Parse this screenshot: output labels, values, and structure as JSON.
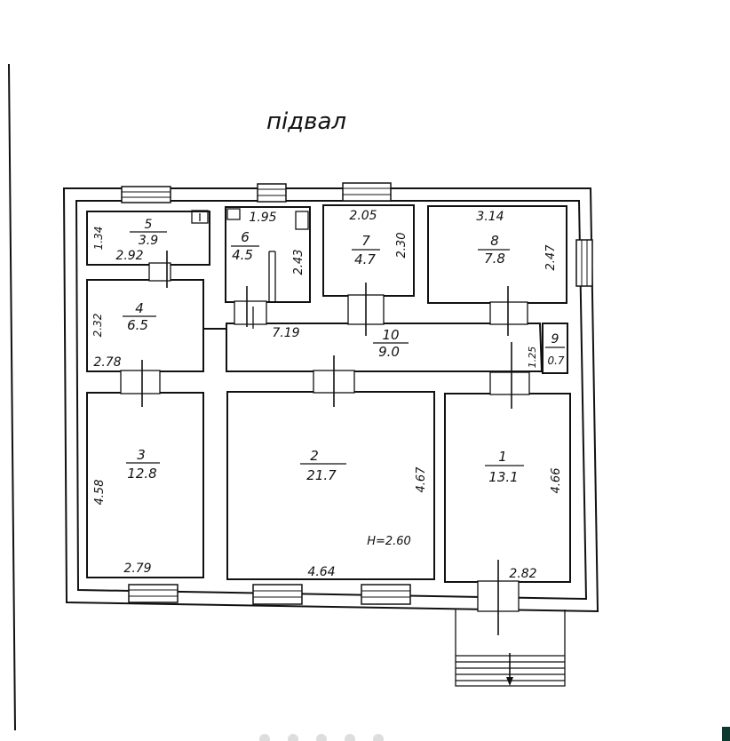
{
  "title": "підвал",
  "height_note": "H=2.60",
  "rooms": [
    {
      "id": "1",
      "num": "1",
      "area": "13.1",
      "dims": [
        "4.66",
        "2.82"
      ]
    },
    {
      "id": "2",
      "num": "2",
      "area": "21.7",
      "dims": [
        "4.67",
        "4.64"
      ]
    },
    {
      "id": "3",
      "num": "3",
      "area": "12.8",
      "dims": [
        "4.58",
        "2.79"
      ]
    },
    {
      "id": "4",
      "num": "4",
      "area": "6.5",
      "dims": [
        "2.32",
        "2.78"
      ]
    },
    {
      "id": "5",
      "num": "5",
      "area": "3.9",
      "dims": [
        "1.34",
        "2.92"
      ]
    },
    {
      "id": "6",
      "num": "6",
      "area": "4.5",
      "dims": [
        "1.95",
        "2.43"
      ]
    },
    {
      "id": "7",
      "num": "7",
      "area": "4.7",
      "dims": [
        "2.05",
        "2.30"
      ]
    },
    {
      "id": "8",
      "num": "8",
      "area": "7.8",
      "dims": [
        "3.14",
        "2.47"
      ]
    },
    {
      "id": "9",
      "num": "9",
      "area": "0.7",
      "dims": [
        "1.25"
      ]
    },
    {
      "id": "10",
      "num": "10",
      "area": "9.0",
      "dims": [
        "7.19"
      ]
    }
  ]
}
